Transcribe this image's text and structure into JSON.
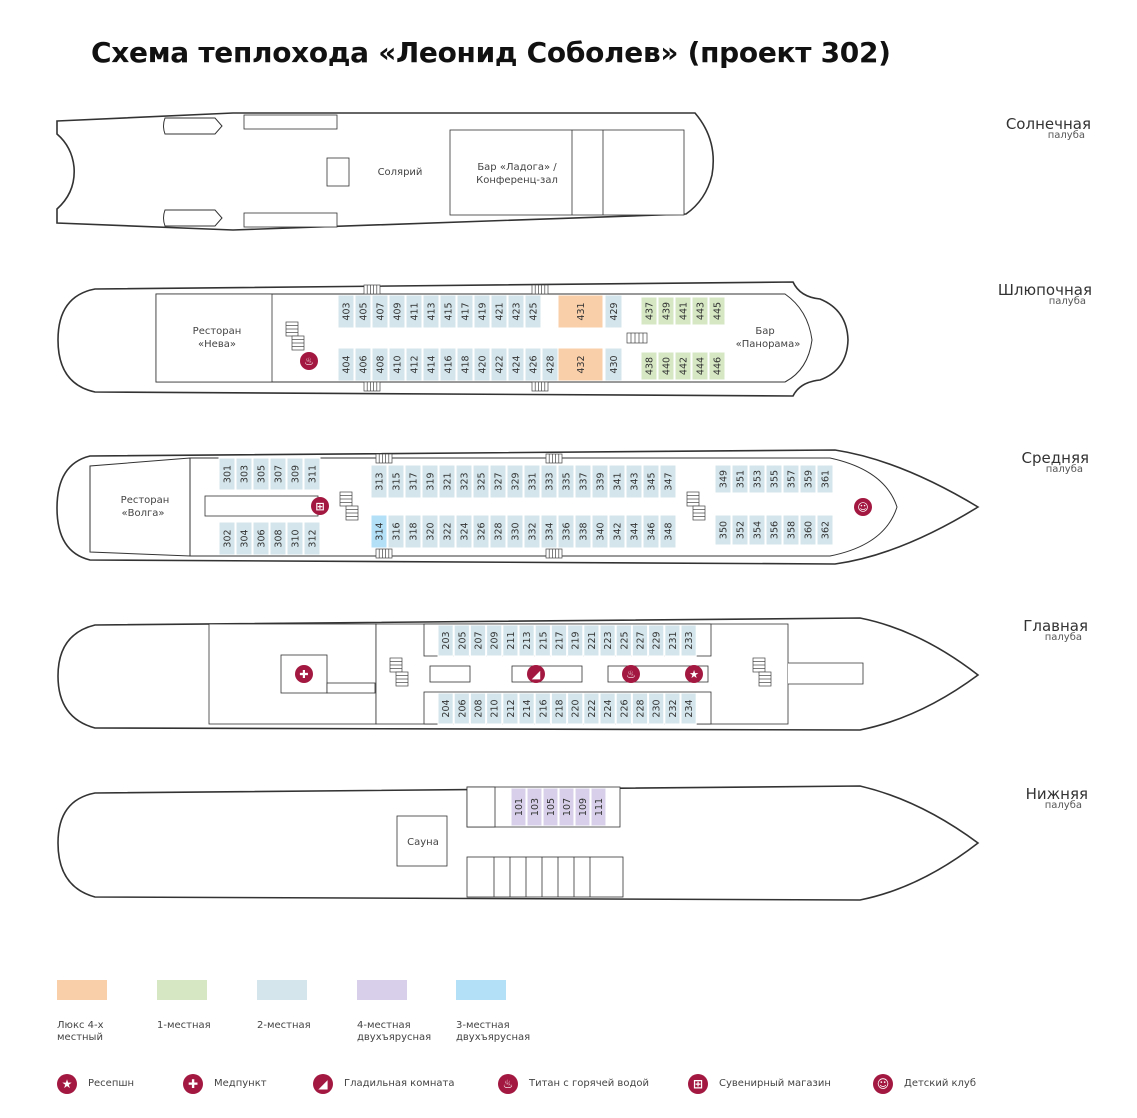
{
  "title": "Схема теплохода «Леонид Соболев» (проект 302)",
  "colors": {
    "lux": "#f9cfaa",
    "single": "#d5e7c3",
    "double": "#d4e6ec",
    "quad": "#d8d0ea",
    "triple": "#b3dff7",
    "accent": "#a31840",
    "outline": "#333333"
  },
  "decks": [
    {
      "id": "sun",
      "name": "Солнечная",
      "sub": "палуба",
      "labels": {
        "solarium": "Солярий",
        "bar_line1": "Бар «Ладога» /",
        "bar_line2": "Конференц-зал"
      }
    },
    {
      "id": "boat",
      "name": "Шлюпочная",
      "sub": "палуба",
      "labels": {
        "rest_line1": "Ресторан",
        "rest_line2": "«Нева»",
        "bar_line1": "Бар",
        "bar_line2": "«Панорама»"
      },
      "top": [
        [
          "403",
          "double"
        ],
        [
          "405",
          "double"
        ],
        [
          "407",
          "double"
        ],
        [
          "409",
          "double"
        ],
        [
          "411",
          "double"
        ],
        [
          "413",
          "double"
        ],
        [
          "415",
          "double"
        ],
        [
          "417",
          "double"
        ],
        [
          "419",
          "double"
        ],
        [
          "421",
          "double"
        ],
        [
          "423",
          "double"
        ],
        [
          "425",
          "double"
        ]
      ],
      "bottom": [
        [
          "404",
          "double"
        ],
        [
          "406",
          "double"
        ],
        [
          "408",
          "double"
        ],
        [
          "410",
          "double"
        ],
        [
          "412",
          "double"
        ],
        [
          "414",
          "double"
        ],
        [
          "416",
          "double"
        ],
        [
          "418",
          "double"
        ],
        [
          "420",
          "double"
        ],
        [
          "422",
          "double"
        ],
        [
          "424",
          "double"
        ],
        [
          "426",
          "double"
        ],
        [
          "428",
          "double"
        ]
      ],
      "lux_top": "431",
      "lux_bottom": "432",
      "top_extra": [
        "429",
        "double"
      ],
      "bottom_extra": [
        "430",
        "double"
      ],
      "fwd_top": [
        [
          "437",
          "single"
        ],
        [
          "439",
          "single"
        ],
        [
          "441",
          "single"
        ],
        [
          "443",
          "single"
        ],
        [
          "445",
          "single"
        ]
      ],
      "fwd_bottom": [
        [
          "438",
          "single"
        ],
        [
          "440",
          "single"
        ],
        [
          "442",
          "single"
        ],
        [
          "444",
          "single"
        ],
        [
          "446",
          "single"
        ]
      ]
    },
    {
      "id": "middle",
      "name": "Средняя",
      "sub": "палуба",
      "labels": {
        "rest_line1": "Ресторан",
        "rest_line2": "«Волга»"
      },
      "aft_top": [
        "301",
        "303",
        "305",
        "307",
        "309",
        "311"
      ],
      "aft_bottom": [
        "302",
        "304",
        "306",
        "308",
        "310",
        "312"
      ],
      "mid_top": [
        "313",
        "315",
        "317",
        "319",
        "321",
        "323",
        "325",
        "327",
        "329",
        "331",
        "333",
        "335",
        "337",
        "339",
        "341",
        "343",
        "345",
        "347"
      ],
      "mid_bottom": [
        "314",
        "316",
        "318",
        "320",
        "322",
        "324",
        "326",
        "328",
        "330",
        "332",
        "334",
        "336",
        "338",
        "340",
        "342",
        "344",
        "346",
        "348"
      ],
      "fwd_top": [
        "349",
        "351",
        "353",
        "355",
        "357",
        "359",
        "361"
      ],
      "fwd_bottom": [
        "350",
        "352",
        "354",
        "356",
        "358",
        "360",
        "362"
      ]
    },
    {
      "id": "main",
      "name": "Главная",
      "sub": "палуба",
      "top": [
        "203",
        "205",
        "207",
        "209",
        "211",
        "213",
        "215",
        "217",
        "219",
        "221",
        "223",
        "225",
        "227",
        "229",
        "231",
        "233"
      ],
      "bottom": [
        "204",
        "206",
        "208",
        "210",
        "212",
        "214",
        "216",
        "218",
        "220",
        "222",
        "224",
        "226",
        "228",
        "230",
        "232",
        "234"
      ]
    },
    {
      "id": "lower",
      "name": "Нижняя",
      "sub": "палуба",
      "labels": {
        "sauna": "Сауна"
      },
      "cabins": [
        "101",
        "103",
        "105",
        "107",
        "109",
        "111"
      ]
    }
  ],
  "legend": [
    {
      "key": "lux",
      "line1": "Люкс 4-х",
      "line2": "местный"
    },
    {
      "key": "single",
      "line1": "1-местная",
      "line2": ""
    },
    {
      "key": "double",
      "line1": "2-местная",
      "line2": ""
    },
    {
      "key": "quad",
      "line1": "4-местная",
      "line2": "двухъярусная"
    },
    {
      "key": "triple",
      "line1": "3-местная",
      "line2": "двухъярусная"
    }
  ],
  "icons": [
    {
      "icon": "star-icon",
      "glyph": "★",
      "label": "Ресепшн"
    },
    {
      "icon": "medical-cross-icon",
      "glyph": "✚",
      "label": "Медпункт"
    },
    {
      "icon": "iron-icon",
      "glyph": "◢",
      "label": "Гладильная комната"
    },
    {
      "icon": "boiler-icon",
      "glyph": "♨",
      "label": "Титан с горячей водой"
    },
    {
      "icon": "gift-icon",
      "glyph": "⊞",
      "label": "Сувенирный магазин"
    },
    {
      "icon": "kids-club-icon",
      "glyph": "☺",
      "label": "Детский клуб"
    }
  ]
}
